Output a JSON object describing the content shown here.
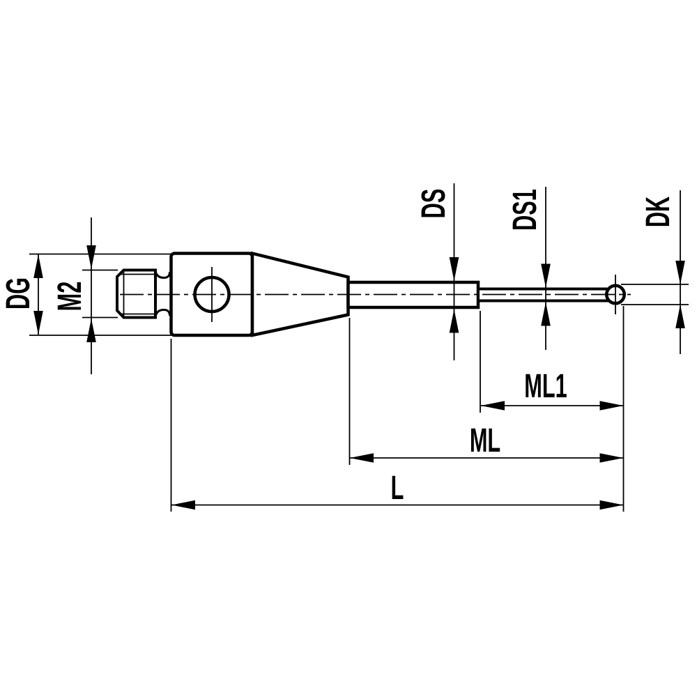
{
  "drawing": {
    "labels": {
      "dg": "DG",
      "m2": "M2",
      "ds": "DS",
      "ds1": "DS1",
      "dk": "DK",
      "ml1": "ML1",
      "ml": "ML",
      "l": "L"
    },
    "colors": {
      "line": "#000000",
      "background": "#ffffff"
    }
  }
}
